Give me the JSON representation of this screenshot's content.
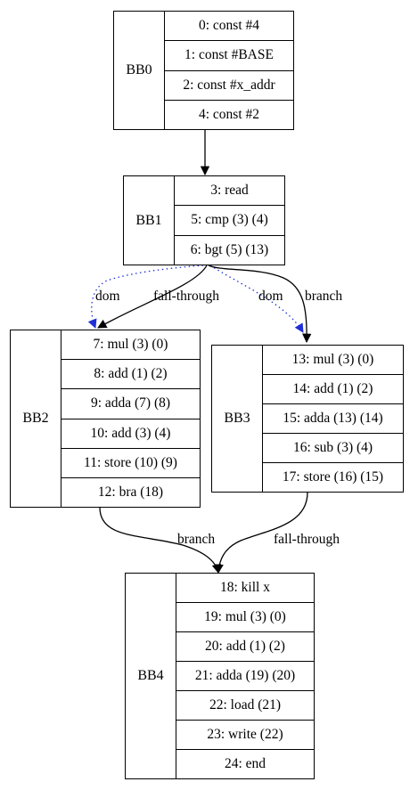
{
  "colors": {
    "edge": "#000000",
    "dom_edge": "#1f2fd6"
  },
  "blocks": {
    "bb0": {
      "label": "BB0",
      "rows": [
        "0: const #4",
        "1: const #BASE",
        "2: const #x_addr",
        "4: const #2"
      ]
    },
    "bb1": {
      "label": "BB1",
      "rows": [
        "3: read",
        "5: cmp (3) (4)",
        "6: bgt (5) (13)"
      ]
    },
    "bb2": {
      "label": "BB2",
      "rows": [
        "7: mul (3) (0)",
        "8: add (1) (2)",
        "9: adda (7) (8)",
        "10: add (3) (4)",
        "11: store (10) (9)",
        "12: bra (18)"
      ]
    },
    "bb3": {
      "label": "BB3",
      "rows": [
        "13: mul (3) (0)",
        "14: add (1) (2)",
        "15: adda (13) (14)",
        "16: sub (3) (4)",
        "17: store (16) (15)"
      ]
    },
    "bb4": {
      "label": "BB4",
      "rows": [
        "18: kill x",
        "19: mul (3) (0)",
        "20: add (1) (2)",
        "21: adda (19) (20)",
        "22: load (21)",
        "23: write (22)",
        "24: end"
      ]
    }
  },
  "edges": {
    "bb1_bb2_fallthrough": "fall-through",
    "bb1_bb2_dom": "dom",
    "bb1_bb3_dom": "dom",
    "bb1_bb3_branch": "branch",
    "bb2_bb4_branch": "branch",
    "bb3_bb4_fallthrough": "fall-through"
  }
}
